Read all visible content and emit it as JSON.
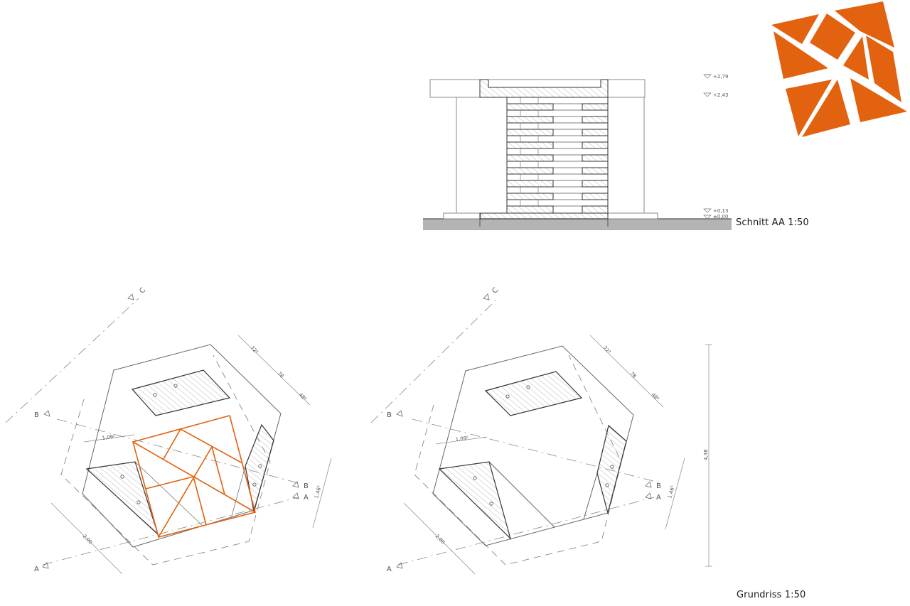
{
  "section": {
    "title": "Schnitt AA 1:50",
    "levels": [
      "+2,79",
      "+2,43",
      "+0,13",
      "±0,00"
    ]
  },
  "plan": {
    "title": "Grundriss 1:50",
    "section_marks": [
      "A",
      "A",
      "B",
      "B",
      "C"
    ],
    "dims": {
      "d1": "72³",
      "d2": "78",
      "d3": "48⁸",
      "width": "2,00",
      "short": "1,09⁵",
      "side": "1,46⁵",
      "total": "4,38"
    }
  },
  "logo": {
    "name": "tangram-logo",
    "color": "#e2620f"
  },
  "colors": {
    "accent": "#e2620f",
    "line": "#333333",
    "ground": "#b4b4b4"
  }
}
